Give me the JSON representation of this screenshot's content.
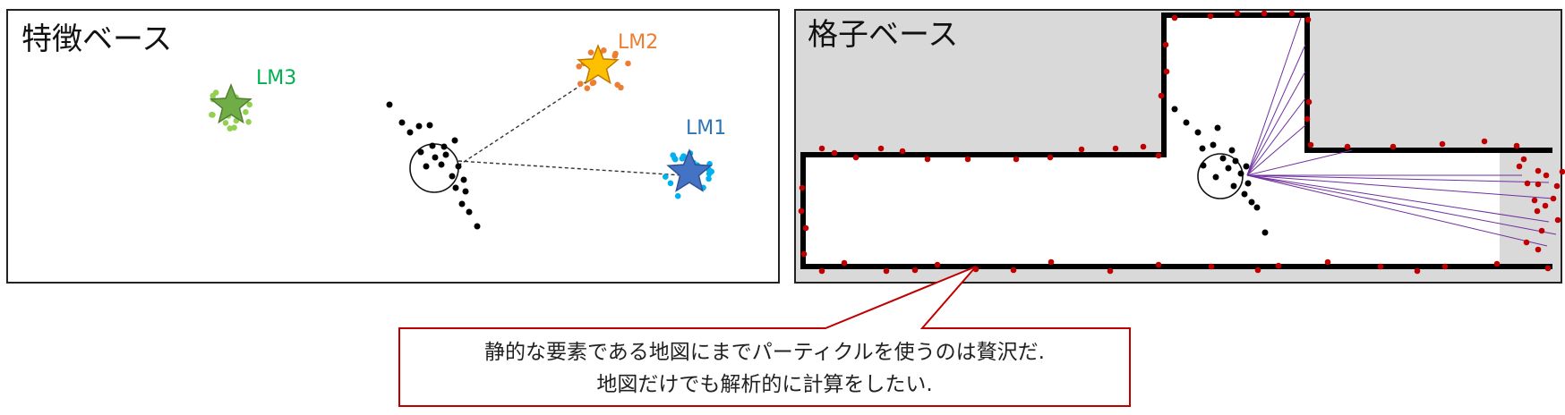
{
  "panels": {
    "feature": {
      "title": "特徴ベース"
    },
    "grid": {
      "title": "格子ベース"
    }
  },
  "landmarks": {
    "lm1": {
      "label": "LM1",
      "color": "#2e75b6"
    },
    "lm2": {
      "label": "LM2",
      "color": "#ed7d31"
    },
    "lm3": {
      "label": "LM3",
      "color": "#00b050"
    }
  },
  "callout": {
    "line1": "静的な要素である地図にまでパーティクルを使うのは贅沢だ.",
    "line2": "地図だけでも解析的に計算をしたい.",
    "border_color": "#c00000"
  },
  "colors": {
    "particle": "#000000",
    "map_particle": "#c00000",
    "beam": "#7030a0",
    "occupied_bg": "#d9d9d9"
  }
}
